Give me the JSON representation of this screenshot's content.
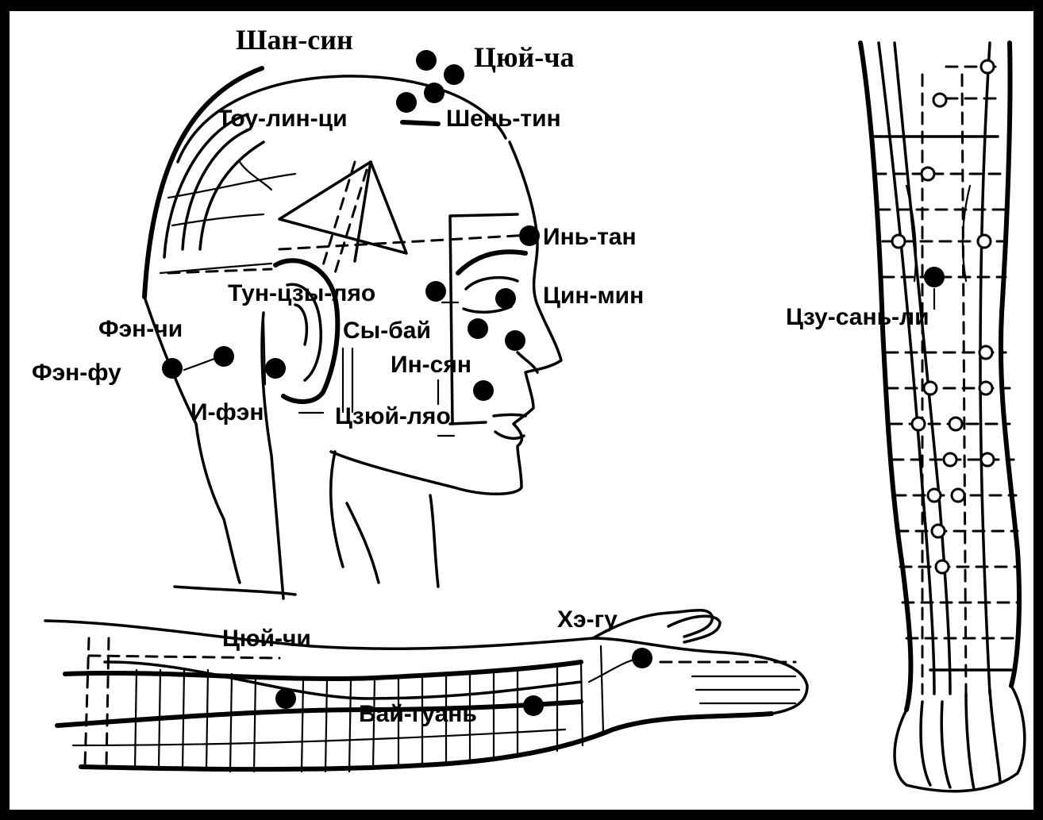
{
  "points": {
    "shan_sin": "Шан-син",
    "tsyuy_cha": "Цюй-ча",
    "tou_lin_tsi": "Тоу-лин-ци",
    "shen_tin": "Шень-тин",
    "in_tan": "Инь-тан",
    "tun_tszy_lyao": "Тун-цзы-ляо",
    "tsin_min": "Цин-мин",
    "fen_chi": "Фэн-чи",
    "sy_bay": "Сы-бай",
    "fen_fu": "Фэн-фу",
    "in_syan": "Ин-сян",
    "i_fen": "И-фэн",
    "tszyuy_lyao": "Цзюй-ляо",
    "tszu_san_li": "Цзу-сань-ли",
    "he_gu": "Хэ-гу",
    "tsyuy_chi": "Цюй-чи",
    "vay_guan": "Вай-гуань"
  },
  "colors": {
    "background": "#ffffff",
    "frame": "#000000",
    "ink": "#000000"
  }
}
